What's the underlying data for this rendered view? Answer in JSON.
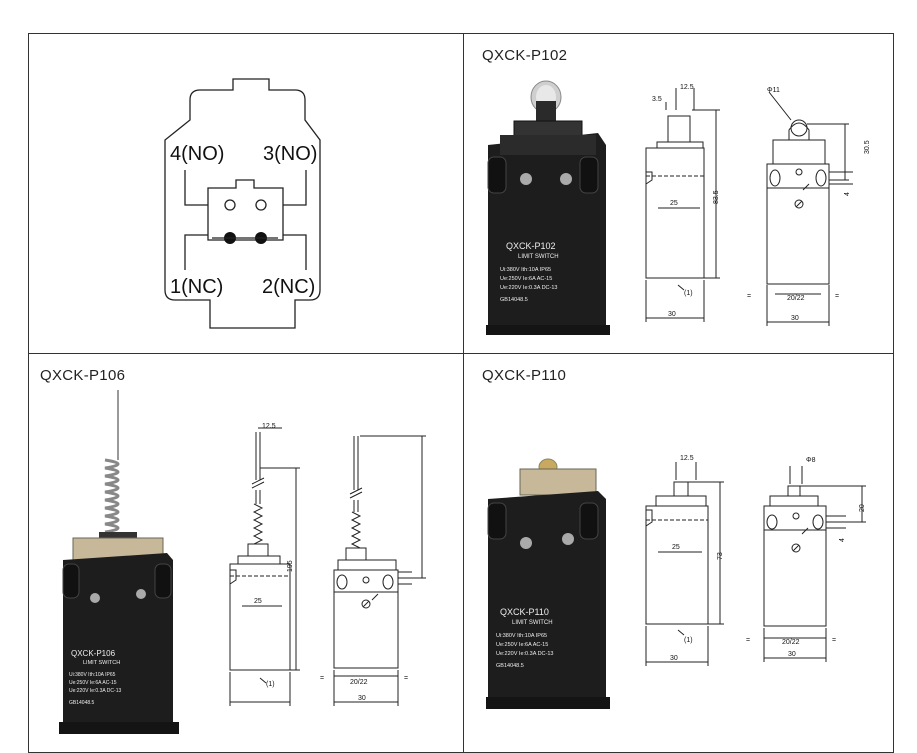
{
  "wiring": {
    "contacts": [
      "4(NO)",
      "3(NO)",
      "1(NC)",
      "2(NC)"
    ]
  },
  "products": [
    {
      "model": "QXCK-P102",
      "body_label": "QXCK-P102",
      "body_sub": "LIMIT SWITCH",
      "specs": [
        "Ui:380V  Ith:10A  IP65",
        "Ue:250V  Ie:6A  AC-15",
        "Ue:220V  Ie:0.3A  DC-13"
      ],
      "standard": "GB14048.5",
      "dims": {
        "a": "12.5",
        "b": "3.5",
        "c": "83.5",
        "d": "25",
        "e": "30",
        "f": "Φ11",
        "g": "30.5",
        "h": "4",
        "i": "20/22",
        "j": "30",
        "note": "(1)",
        "eq": "="
      }
    },
    {
      "model": "QXCK-P106",
      "body_label": "QXCK-P106",
      "body_sub": "LIMIT SWITCH",
      "specs": [
        "Ui:380V  Ith:10A  IP65",
        "Ue:250V  Ie:6A  AC-15",
        "Ue:220V  Ie:0.3A  DC-13"
      ],
      "standard": "GB14048.5",
      "dims": {
        "a": "12.5",
        "c": "195",
        "d": "25",
        "i": "20/22",
        "j": "30",
        "note": "(1)",
        "eq": "="
      }
    },
    {
      "model": "QXCK-P110",
      "body_label": "QXCK-P110",
      "body_sub": "LIMIT SWITCH",
      "specs": [
        "Ui:380V  Ith:10A  IP65",
        "Ue:250V  Ie:6A  AC-15",
        "Ue:220V  Ie:0.3A  DC-13"
      ],
      "standard": "GB14048.5",
      "dims": {
        "a": "12.5",
        "c": "73",
        "d": "25",
        "e": "30",
        "f": "Φ8",
        "g": "20",
        "h": "4",
        "i": "20/22",
        "j": "30",
        "note": "(1)",
        "eq": "="
      }
    }
  ],
  "colors": {
    "border": "#333333",
    "body": "#1d1d1d",
    "line": "#222222"
  }
}
